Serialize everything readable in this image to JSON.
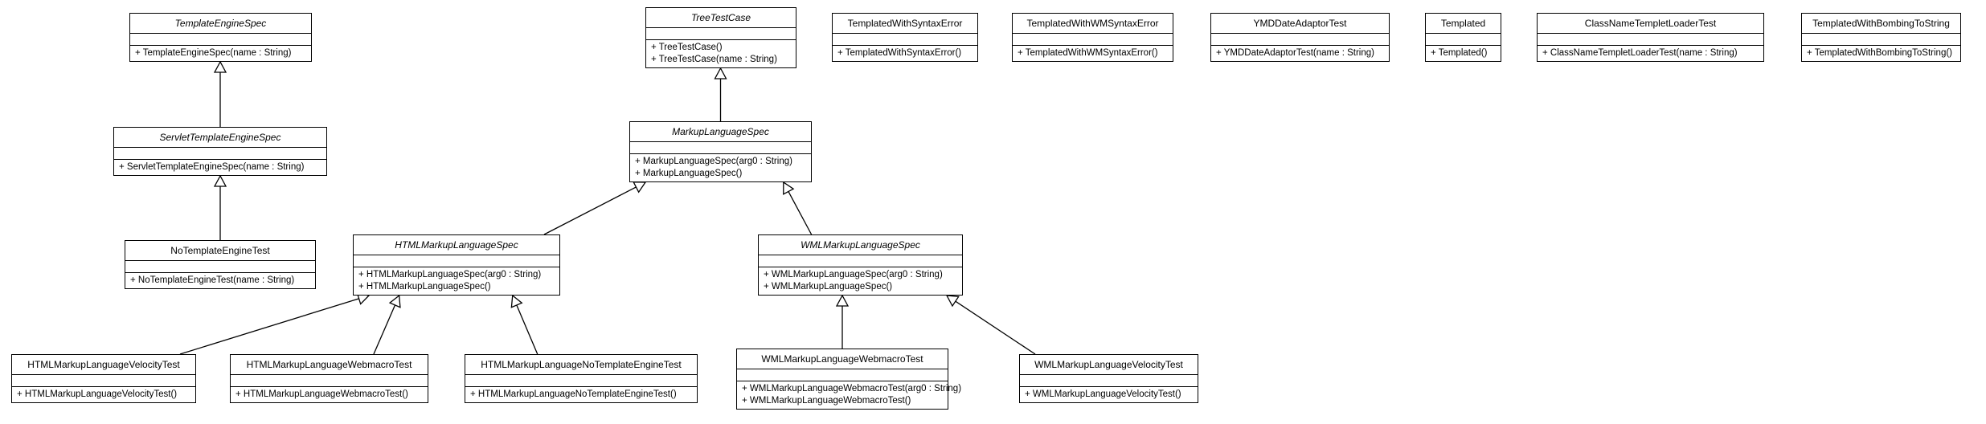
{
  "classes": [
    {
      "id": "TemplateEngineSpec",
      "name": "TemplateEngineSpec",
      "abstract": true,
      "operations": [
        "+ TemplateEngineSpec(name : String)"
      ]
    },
    {
      "id": "ServletTemplateEngineSpec",
      "name": "ServletTemplateEngineSpec",
      "abstract": true,
      "operations": [
        "+ ServletTemplateEngineSpec(name : String)"
      ]
    },
    {
      "id": "NoTemplateEngineTest",
      "name": "NoTemplateEngineTest",
      "abstract": false,
      "operations": [
        "+ NoTemplateEngineTest(name : String)"
      ]
    },
    {
      "id": "TreeTestCase",
      "name": "TreeTestCase",
      "abstract": true,
      "operations": [
        "+ TreeTestCase()",
        "+ TreeTestCase(name : String)"
      ]
    },
    {
      "id": "MarkupLanguageSpec",
      "name": "MarkupLanguageSpec",
      "abstract": true,
      "operations": [
        "+ MarkupLanguageSpec(arg0 : String)",
        "+ MarkupLanguageSpec()"
      ]
    },
    {
      "id": "HTMLMarkupLanguageSpec",
      "name": "HTMLMarkupLanguageSpec",
      "abstract": true,
      "operations": [
        "+ HTMLMarkupLanguageSpec(arg0 : String)",
        "+ HTMLMarkupLanguageSpec()"
      ]
    },
    {
      "id": "WMLMarkupLanguageSpec",
      "name": "WMLMarkupLanguageSpec",
      "abstract": true,
      "operations": [
        "+ WMLMarkupLanguageSpec(arg0 : String)",
        "+ WMLMarkupLanguageSpec()"
      ]
    },
    {
      "id": "HTMLMarkupLanguageVelocityTest",
      "name": "HTMLMarkupLanguageVelocityTest",
      "abstract": false,
      "operations": [
        "+ HTMLMarkupLanguageVelocityTest()"
      ]
    },
    {
      "id": "HTMLMarkupLanguageWebmacroTest",
      "name": "HTMLMarkupLanguageWebmacroTest",
      "abstract": false,
      "operations": [
        "+ HTMLMarkupLanguageWebmacroTest()"
      ]
    },
    {
      "id": "HTMLMarkupLanguageNoTemplateEngineTest",
      "name": "HTMLMarkupLanguageNoTemplateEngineTest",
      "abstract": false,
      "operations": [
        "+ HTMLMarkupLanguageNoTemplateEngineTest()"
      ]
    },
    {
      "id": "WMLMarkupLanguageWebmacroTest",
      "name": "WMLMarkupLanguageWebmacroTest",
      "abstract": false,
      "operations": [
        "+ WMLMarkupLanguageWebmacroTest(arg0 : String)",
        "+ WMLMarkupLanguageWebmacroTest()"
      ]
    },
    {
      "id": "WMLMarkupLanguageVelocityTest",
      "name": "WMLMarkupLanguageVelocityTest",
      "abstract": false,
      "operations": [
        "+ WMLMarkupLanguageVelocityTest()"
      ]
    },
    {
      "id": "TemplatedWithSyntaxError",
      "name": "TemplatedWithSyntaxError",
      "abstract": false,
      "operations": [
        "+ TemplatedWithSyntaxError()"
      ]
    },
    {
      "id": "TemplatedWithWMSyntaxError",
      "name": "TemplatedWithWMSyntaxError",
      "abstract": false,
      "operations": [
        "+ TemplatedWithWMSyntaxError()"
      ]
    },
    {
      "id": "YMDDateAdaptorTest",
      "name": "YMDDateAdaptorTest",
      "abstract": false,
      "operations": [
        "+ YMDDateAdaptorTest(name : String)"
      ]
    },
    {
      "id": "Templated",
      "name": "Templated",
      "abstract": false,
      "operations": [
        "+ Templated()"
      ]
    },
    {
      "id": "ClassNameTempletLoaderTest",
      "name": "ClassNameTempletLoaderTest",
      "abstract": false,
      "operations": [
        "+ ClassNameTempletLoaderTest(name : String)"
      ]
    },
    {
      "id": "TemplatedWithBombingToString",
      "name": "TemplatedWithBombingToString",
      "abstract": false,
      "operations": [
        "+ TemplatedWithBombingToString()"
      ]
    }
  ],
  "generalizations": [
    {
      "child": "ServletTemplateEngineSpec",
      "parent": "TemplateEngineSpec"
    },
    {
      "child": "NoTemplateEngineTest",
      "parent": "ServletTemplateEngineSpec"
    },
    {
      "child": "MarkupLanguageSpec",
      "parent": "TreeTestCase"
    },
    {
      "child": "HTMLMarkupLanguageSpec",
      "parent": "MarkupLanguageSpec"
    },
    {
      "child": "WMLMarkupLanguageSpec",
      "parent": "MarkupLanguageSpec"
    },
    {
      "child": "HTMLMarkupLanguageVelocityTest",
      "parent": "HTMLMarkupLanguageSpec"
    },
    {
      "child": "HTMLMarkupLanguageWebmacroTest",
      "parent": "HTMLMarkupLanguageSpec"
    },
    {
      "child": "HTMLMarkupLanguageNoTemplateEngineTest",
      "parent": "HTMLMarkupLanguageSpec"
    },
    {
      "child": "WMLMarkupLanguageWebmacroTest",
      "parent": "WMLMarkupLanguageSpec"
    },
    {
      "child": "WMLMarkupLanguageVelocityTest",
      "parent": "WMLMarkupLanguageSpec"
    }
  ]
}
